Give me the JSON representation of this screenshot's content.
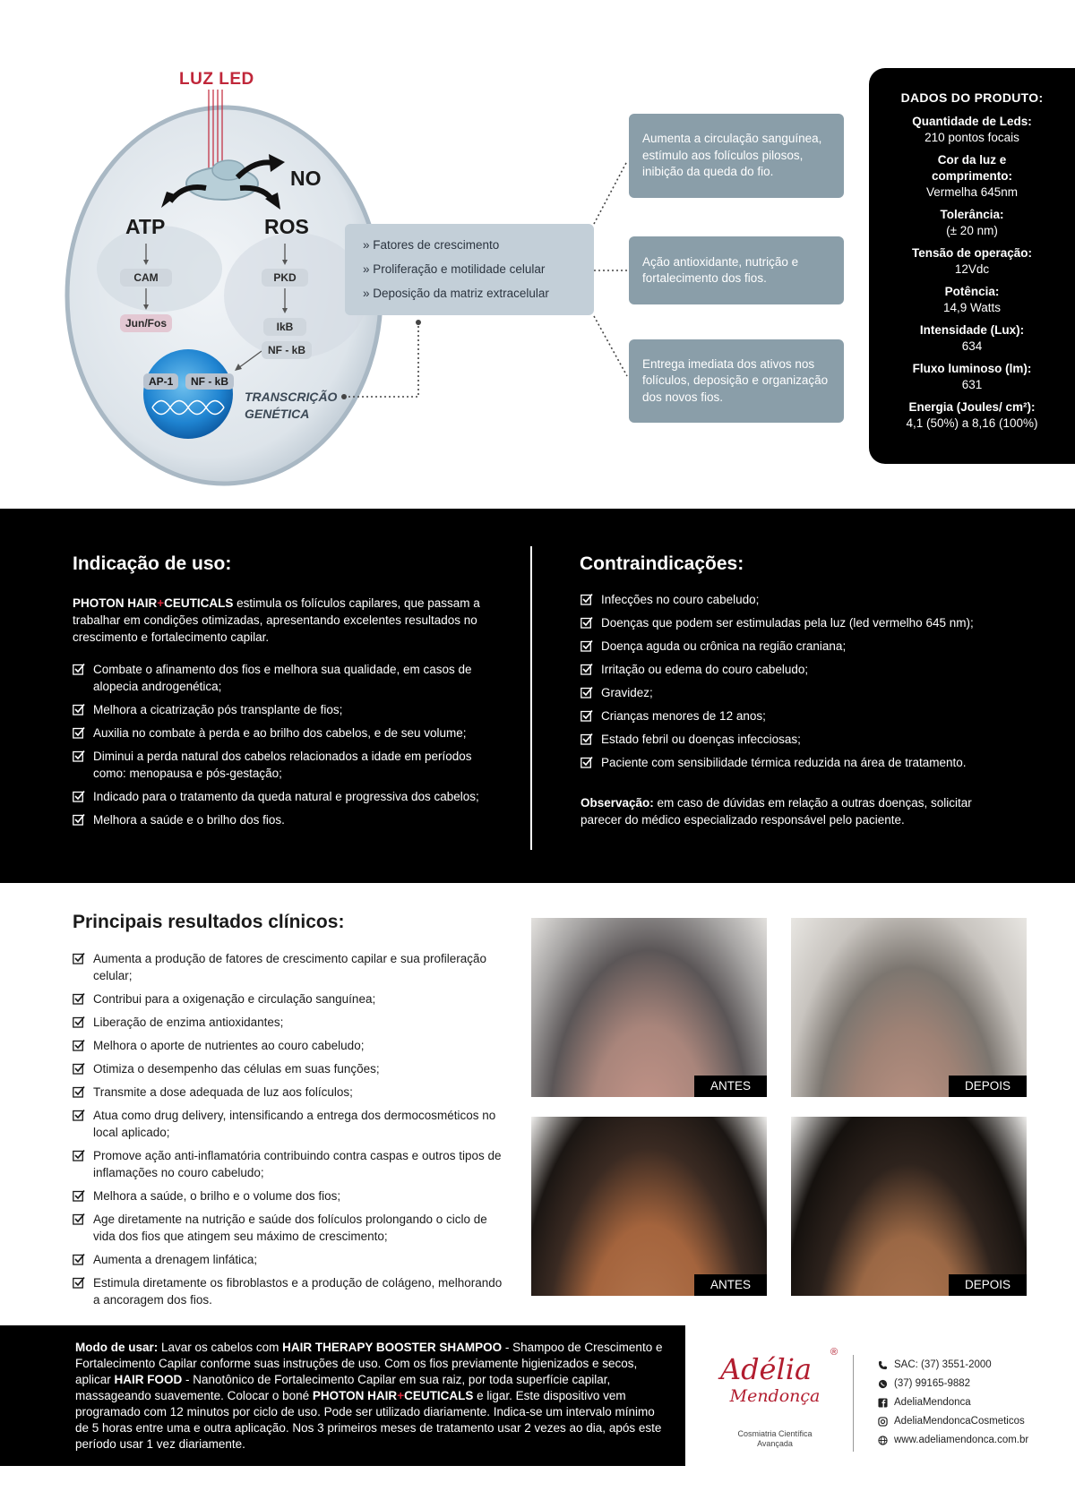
{
  "diagram": {
    "luz_led": "LUZ LED",
    "no": "NO",
    "atp": "ATP",
    "ros": "ROS",
    "cam": "CAM",
    "jun_fos": "Jun/Fos",
    "pkd": "PKD",
    "ikb": "IkB",
    "nfkb": "NF - kB",
    "nucleus_ap1": "AP-1",
    "nucleus_nfkb": "NF - kB",
    "transcription": "TRANSCRIÇÃO GENÉTICA",
    "factors": [
      "» Fatores de crescimento",
      "» Proliferação e motilidade celular",
      "» Deposição da matriz extracelular"
    ],
    "effects": [
      "Aumenta a circulação sanguínea, estímulo aos folículos pilosos, inibição da queda do fio.",
      "Ação antioxidante, nutrição e fortalecimento dos fios.",
      "Entrega imediata dos ativos nos folículos, deposição e organização dos novos fios."
    ]
  },
  "product": {
    "title": "DADOS DO PRODUTO:",
    "specs": [
      {
        "label": "Quantidade de Leds:",
        "value": "210 pontos focais"
      },
      {
        "label": "Cor da luz e comprimento:",
        "value": "Vermelha 645nm"
      },
      {
        "label": "Tolerância:",
        "value": "(± 20 nm)"
      },
      {
        "label": "Tensão de operação:",
        "value": "12Vdc"
      },
      {
        "label": "Potência:",
        "value": "14,9 Watts"
      },
      {
        "label": "Intensidade (Lux):",
        "value": "634"
      },
      {
        "label": "Fluxo luminoso (lm):",
        "value": "631"
      },
      {
        "label": "Energia (Joules/ cm²):",
        "value": "4,1 (50%) a 8,16 (100%)"
      }
    ]
  },
  "indicacao": {
    "title": "Indicação de uso:",
    "brand_a": "PHOTON HAIR",
    "brand_plus": "+",
    "brand_b": "CEUTICALS",
    "intro": " estimula os folículos capilares, que passam a trabalhar em condições otimizadas, apresentando excelentes resultados no crescimento e fortalecimento capilar.",
    "items": [
      "Combate o afinamento dos fios e melhora sua qualidade, em casos de alopecia androgenética;",
      "Melhora a cicatrização pós transplante de fios;",
      "Auxilia no combate à perda e ao brilho dos cabelos, e de seu volume;",
      "Diminui a perda natural dos cabelos relacionados a idade em períodos como: menopausa e pós-gestação;",
      "Indicado para o tratamento da queda natural e progressiva dos cabelos;",
      "Melhora a saúde e o brilho dos fios."
    ]
  },
  "contra": {
    "title": "Contraindicações:",
    "items": [
      "Infecções no couro cabeludo;",
      "Doenças que podem ser estimuladas pela luz (led vermelho 645 nm);",
      "Doença aguda ou crônica na região craniana;",
      "Irritação ou edema do couro cabeludo;",
      "Gravidez;",
      "Crianças menores de 12 anos;",
      "Estado febril ou doenças infecciosas;",
      "Paciente com sensibilidade térmica reduzida na área de tratamento."
    ],
    "obs_label": "Observação:",
    "obs_text": " em caso de dúvidas em relação a outras doenças, solicitar parecer do médico especializado responsável pelo paciente."
  },
  "results": {
    "title": "Principais resultados clínicos:",
    "items": [
      "Aumenta a produção de fatores de crescimento capilar e sua profileração celular;",
      "Contribui para a oxigenação e circulação sanguínea;",
      "Liberação de enzima antioxidantes;",
      "Melhora o aporte de nutrientes ao couro cabeludo;",
      "Otimiza o desempenho das células em suas funções;",
      "Transmite a dose adequada de luz aos folículos;",
      "Atua como drug delivery, intensificando a entrega dos dermocosméticos no local aplicado;",
      "Promove ação anti-inflamatória contribuindo contra caspas e outros tipos de inflamações no couro cabeludo;",
      "Melhora a saúde, o brilho e o volume dos fios;",
      "Age diretamente na nutrição e saúde dos folículos prolongando o ciclo de vida dos fios que atingem seu máximo de crescimento;",
      "Aumenta a drenagem linfática;",
      "Estimula diretamente os fibroblastos e a produção de colágeno, melhorando a ancoragem dos fios."
    ],
    "photos": [
      "ANTES",
      "DEPOIS",
      "ANTES",
      "DEPOIS"
    ]
  },
  "usage": {
    "label": "Modo de usar:",
    "t1": " Lavar os cabelos com ",
    "b1": "HAIR THERAPY BOOSTER SHAMPOO",
    "t2": "  - Shampoo de Crescimento e Fortalecimento Capilar conforme suas instruções de uso. Com os fios previamente higienizados e secos, aplicar ",
    "b2": "HAIR FOOD",
    "t3": " - Nanotônico de Fortalecimento Capilar em sua raiz, por toda superfície capilar, massageando suavemente. Colocar o boné ",
    "b3a": "PHOTON HAIR",
    "b3plus": "+",
    "b3b": "CEUTICALS",
    "t4": " e ligar. Este dispositivo vem programado com 12 minutos por ciclo de uso. Pode ser utilizado diariamente. Indica-se um intervalo mínimo de 5 horas entre uma e outra aplicação. Nos 3 primeiros meses de tratamento usar 2 vezes ao dia, após este período usar 1 vez diariamente."
  },
  "brand": {
    "name": "Adélia",
    "surname": "Mendonça",
    "reg": "®",
    "tag1": "Cosmiatria Científica",
    "tag2": "Avançada"
  },
  "contacts": [
    {
      "icon": "phone-icon",
      "text": "SAC: (37) 3551-2000"
    },
    {
      "icon": "whatsapp-icon",
      "text": "(37) 99165-9882"
    },
    {
      "icon": "facebook-icon",
      "text": "AdeliaMendonca"
    },
    {
      "icon": "instagram-icon",
      "text": "AdeliaMendoncaCosmeticos"
    },
    {
      "icon": "globe-icon",
      "text": "www.adeliamendonca.com.br"
    }
  ],
  "colors": {
    "accent_red": "#c0273a",
    "panel_black": "#000000",
    "effect_box": "#8a9ea9",
    "factor_box": "#c3cfd8"
  }
}
